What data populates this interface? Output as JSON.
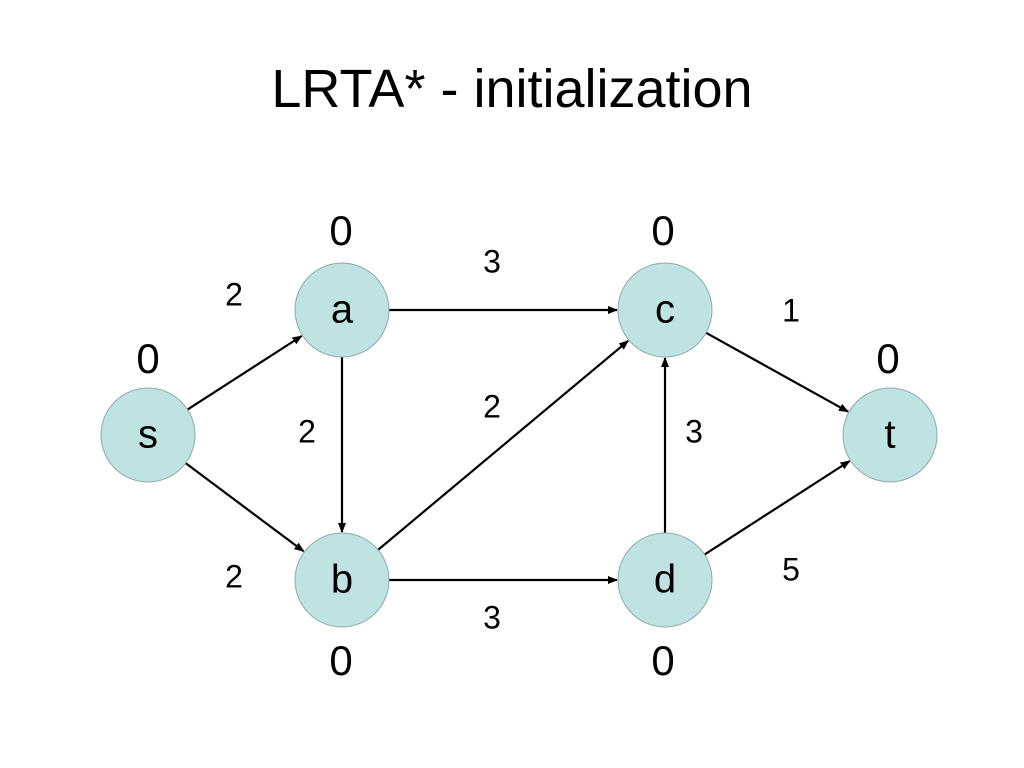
{
  "title": "LRTA* - initialization",
  "colors": {
    "node_fill": "#bfe2e2",
    "node_stroke": "#8fa9a9",
    "edge": "#000000"
  },
  "nodes": [
    {
      "id": "s",
      "label": "s",
      "h": "0"
    },
    {
      "id": "a",
      "label": "a",
      "h": "0"
    },
    {
      "id": "b",
      "label": "b",
      "h": "0"
    },
    {
      "id": "c",
      "label": "c",
      "h": "0"
    },
    {
      "id": "d",
      "label": "d",
      "h": "0"
    },
    {
      "id": "t",
      "label": "t",
      "h": "0"
    }
  ],
  "edges": [
    {
      "from": "s",
      "to": "a",
      "weight": "2"
    },
    {
      "from": "s",
      "to": "b",
      "weight": "2"
    },
    {
      "from": "a",
      "to": "b",
      "weight": "2"
    },
    {
      "from": "a",
      "to": "c",
      "weight": "3"
    },
    {
      "from": "b",
      "to": "c",
      "weight": "2"
    },
    {
      "from": "b",
      "to": "d",
      "weight": "3"
    },
    {
      "from": "d",
      "to": "c",
      "weight": "3"
    },
    {
      "from": "c",
      "to": "t",
      "weight": "1"
    },
    {
      "from": "d",
      "to": "t",
      "weight": "5"
    }
  ]
}
